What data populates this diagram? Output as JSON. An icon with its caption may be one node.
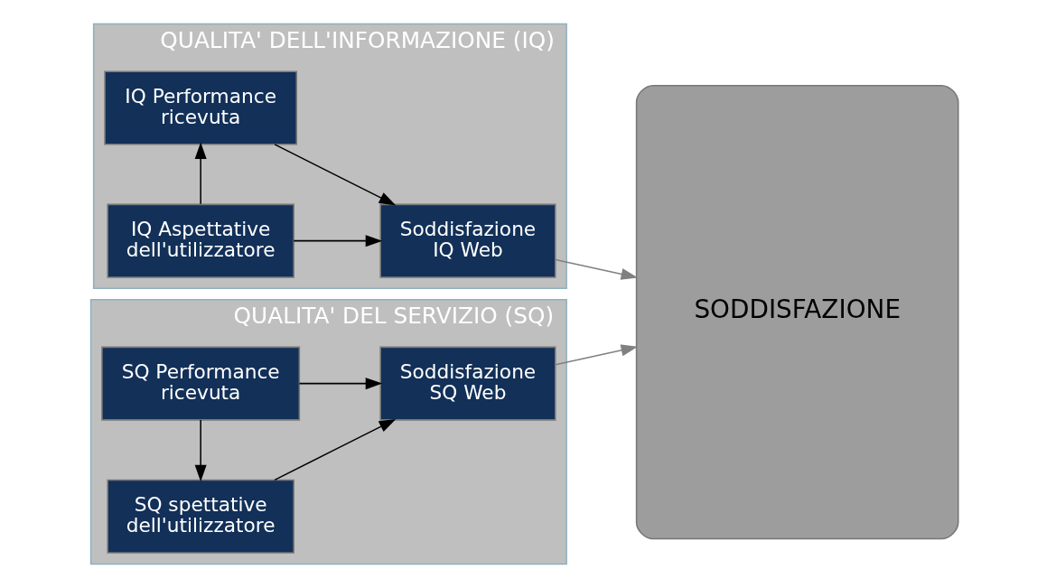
{
  "diagram": {
    "nodes": [
      {
        "text": [
          "QUALITA' DELL'INFORMAZIONE (IQ)"
        ]
      },
      {
        "text": [
          "IQ Aspettative dell'utilizzatore"
        ],
        "in": 0
      },
      {
        "text": [
          "IQ Performance ricevuta"
        ],
        "in": 0
      },
      {
        "text": [
          "Soddisfazione IQ Web"
        ],
        "in": 0
      },
      {
        "text": [
          "QUALITA' DEL SERVIZIO (SQ)"
        ]
      },
      {
        "text": [
          "SQ spettative dell'utilizzatore"
        ],
        "in": 4
      },
      {
        "text": [
          "SQ Performance ricevuta"
        ],
        "in": 4
      },
      {
        "text": [
          "Soddisfazione SQ Web"
        ],
        "in": 4
      },
      {
        "text": [
          "SODDISFAZIONE"
        ]
      }
    ],
    "edges": [
      {
        "from": 1,
        "to": 2,
        "arrow": "to"
      },
      {
        "from": 1,
        "to": 3,
        "arrow": "to"
      },
      {
        "from": 2,
        "to": 3,
        "arrow": "to"
      },
      {
        "from": 6,
        "to": 5,
        "arrow": "to"
      },
      {
        "from": 5,
        "to": 7,
        "arrow": "to"
      },
      {
        "from": 6,
        "to": 7,
        "arrow": "to"
      },
      {
        "from": 3,
        "to": 8,
        "arrow": "to",
        "color": "#808080"
      },
      {
        "from": 7,
        "to": 8,
        "arrow": "to",
        "color": "#808080"
      }
    ]
  }
}
